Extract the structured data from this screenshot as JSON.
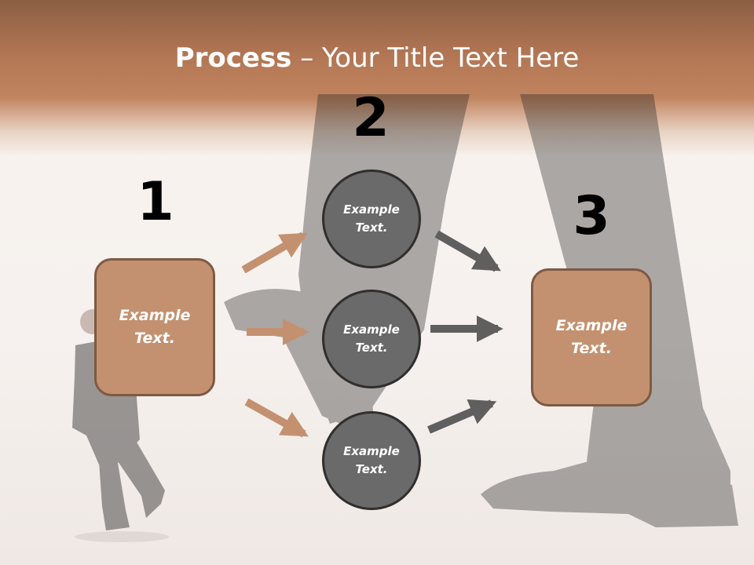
{
  "slide": {
    "title_bold": "Process",
    "title_rest": " – Your Title Text Here"
  },
  "steps": [
    {
      "number": "1",
      "text": "Example\nText."
    },
    {
      "number": "2",
      "items": [
        "Example\nText.",
        "Example\nText.",
        "Example\nText."
      ]
    },
    {
      "number": "3",
      "text": "Example\nText."
    }
  ],
  "colors": {
    "banner": "#b27654",
    "box_fill": "#c49170",
    "box_border": "#7d5a44",
    "circle_fill": "#6a6a6a",
    "circle_border": "#2f2f2f",
    "arrow_in": "#c49170",
    "arrow_out": "#5f5f5f"
  }
}
